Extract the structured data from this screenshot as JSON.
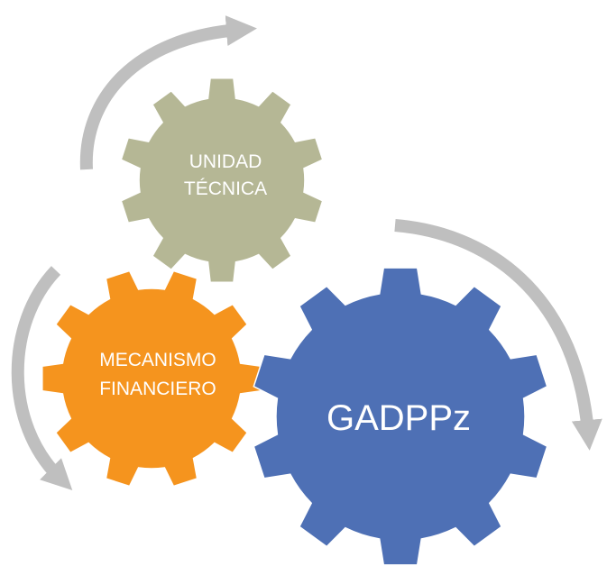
{
  "diagram": {
    "gears": [
      {
        "id": "unidad-tecnica",
        "lines": [
          "UNIDAD",
          "TÉCNICA"
        ],
        "color": "#b5b795"
      },
      {
        "id": "mecanismo-financiero",
        "lines": [
          "MECANISMO",
          "FINANCIERO"
        ],
        "color": "#f5941e"
      },
      {
        "id": "gadppz",
        "lines": [
          "GADPPz"
        ],
        "color": "#4e70b5"
      }
    ],
    "arrow_color": "#bfbfbf"
  }
}
